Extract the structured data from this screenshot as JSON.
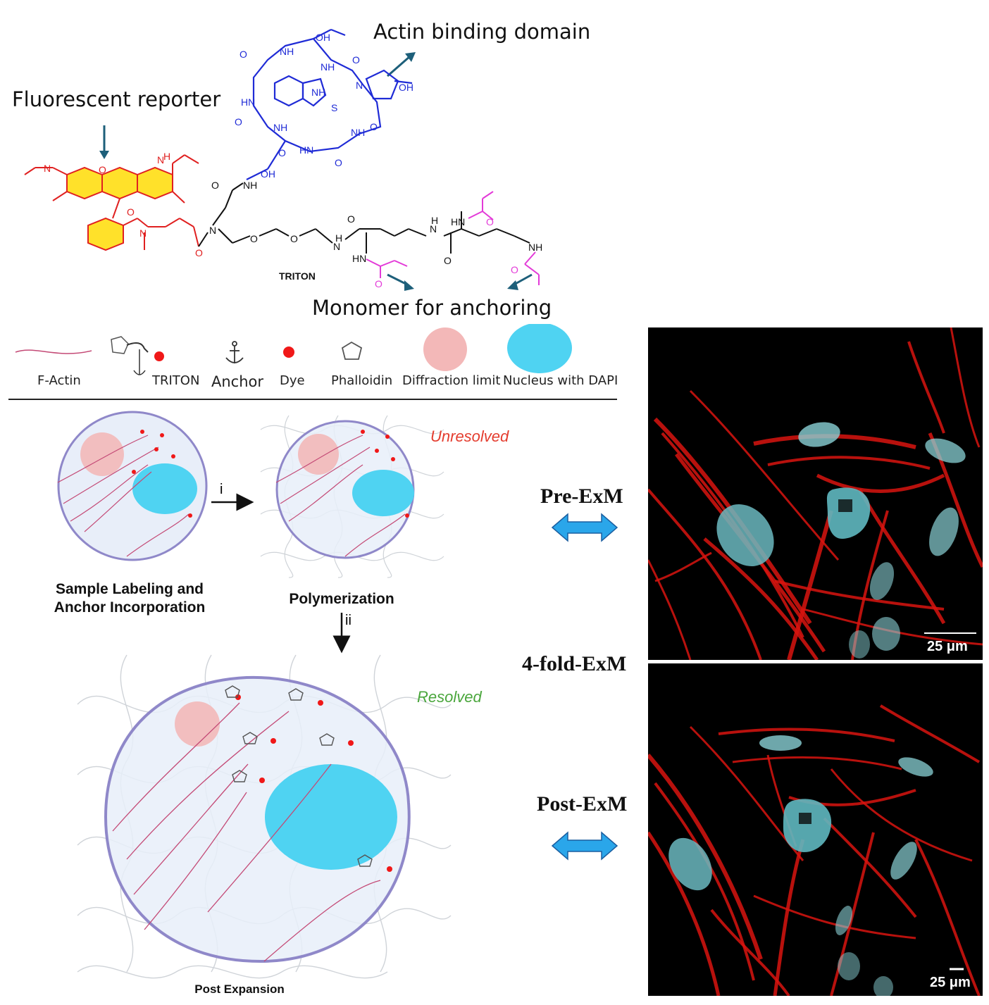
{
  "callouts": {
    "actin_binding": "Actin binding domain",
    "fluorescent_reporter": "Fluorescent reporter",
    "monomer": "Monomer for anchoring",
    "molecule_name": "TRITON"
  },
  "legend": {
    "items": [
      {
        "key": "f_actin",
        "label": "F-Actin"
      },
      {
        "key": "triton",
        "label": "TRITON"
      },
      {
        "key": "anchor",
        "label": "Anchor"
      },
      {
        "key": "dye",
        "label": "Dye"
      },
      {
        "key": "phalloidin",
        "label": "Phalloidin"
      },
      {
        "key": "diffraction",
        "label": "Diffraction limit"
      },
      {
        "key": "nucleus",
        "label": "Nucleus with DAPI"
      }
    ]
  },
  "workflow": {
    "step1_line1": "Sample Labeling and",
    "step1_line2": "Anchor Incorporation",
    "step2": "Polymerization",
    "step3": "Post Expansion",
    "arrow_i": "i",
    "arrow_ii": "ii",
    "unresolved": "Unresolved",
    "resolved": "Resolved"
  },
  "microscopy": {
    "pre_label": "Pre-ExM",
    "middle_label": "4-fold-ExM",
    "post_label": "Post-ExM",
    "scale_top": "25 μm",
    "scale_bottom": "25 μm"
  },
  "colors": {
    "actin_domain": "#1f2bd6",
    "reporter": "#e02020",
    "reporter_ring": "#ffe12a",
    "monomer": "#e33ad8",
    "pointer_arrow": "#1d5f7a",
    "nucleus": "#4fd3f2",
    "diffraction": "#f3b8b8",
    "cell_fill": "#e8eef9",
    "cell_border": "#8f88c9",
    "double_arrow": "#2aa6ea"
  },
  "chem_atoms": {
    "oh": "OH",
    "nh": "NH",
    "hn": "HN",
    "n": "N",
    "o": "O",
    "s": "S",
    "h": "H"
  }
}
